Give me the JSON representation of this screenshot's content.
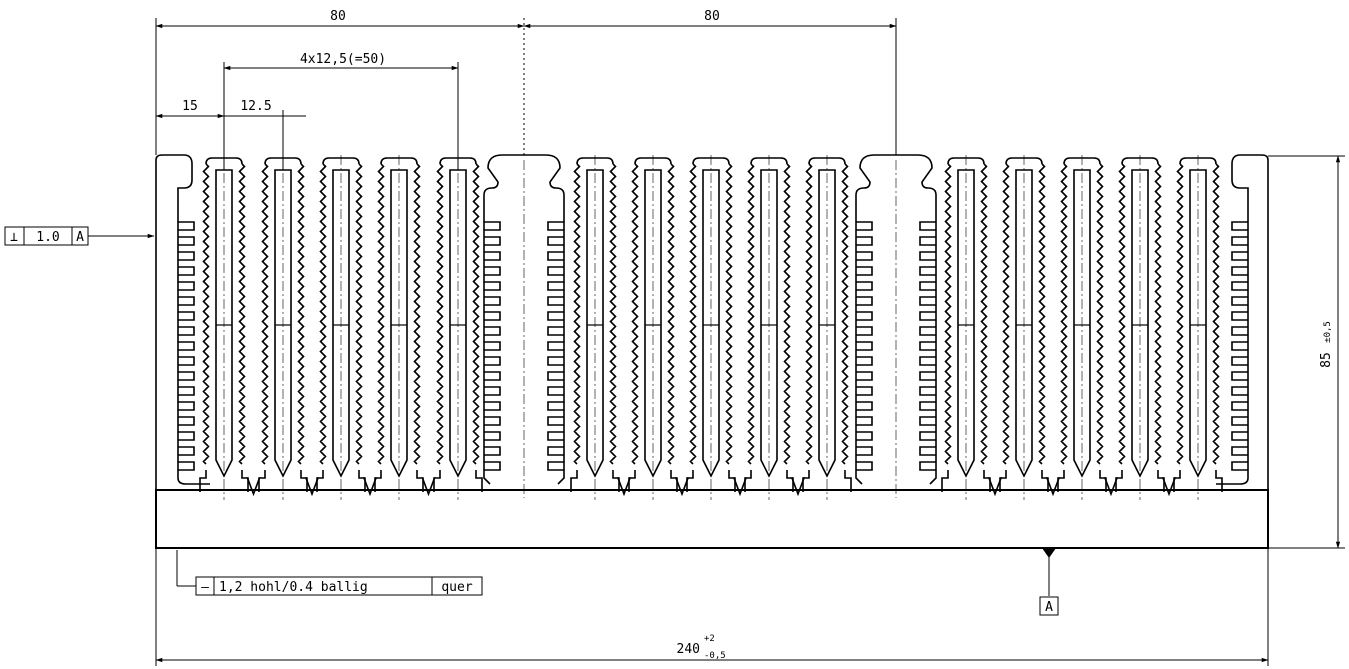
{
  "dimensions": {
    "top_left": "80",
    "top_right": "80",
    "pitch": "4x12,5(=50)",
    "left_offset": "15",
    "fin_spacing": "12.5",
    "height_value": "85",
    "height_tol": "±0,5",
    "width_value": "240",
    "width_tol_upper": "+2",
    "width_tol_lower": "-0,5"
  },
  "tolerances": {
    "perpendicularity": {
      "symbol": "⊥",
      "value": "1.0",
      "datum": "A"
    },
    "flatness": {
      "symbol": "—",
      "text": "1,2 hohl/0.4 ballig",
      "suffix": "quer"
    }
  },
  "datum": {
    "label": "A"
  },
  "colors": {
    "line": "#000000",
    "background": "#ffffff"
  }
}
